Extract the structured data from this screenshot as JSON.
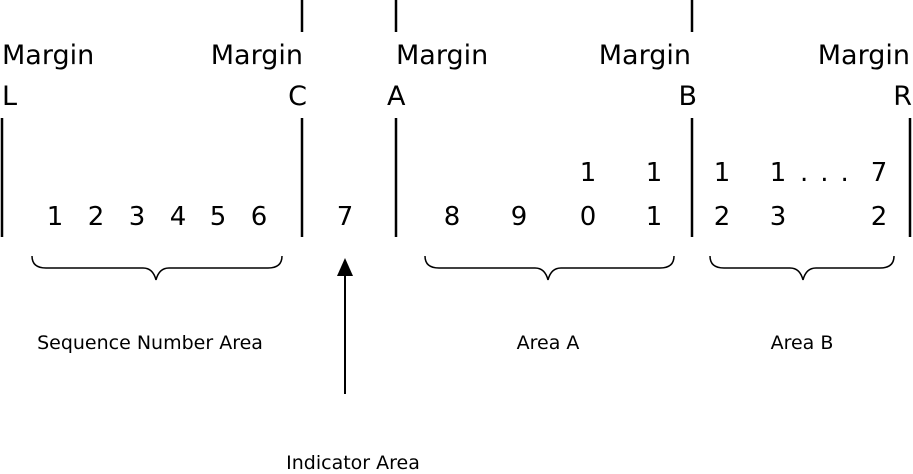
{
  "margins": [
    {
      "word": "Margin",
      "letter": "L"
    },
    {
      "word": "Margin",
      "letter": "C"
    },
    {
      "word": "Margin",
      "letter": "A"
    },
    {
      "word": "Margin",
      "letter": "B"
    },
    {
      "word": "Margin",
      "letter": "R"
    }
  ],
  "columns": {
    "sequence": [
      "1",
      "2",
      "3",
      "4",
      "5",
      "6"
    ],
    "indicator": [
      "7"
    ],
    "area_a": {
      "tens": [
        "1",
        "1"
      ],
      "ones": [
        "8",
        "9",
        "0",
        "1"
      ]
    },
    "area_b": {
      "tens": [
        "1",
        "1",
        "...",
        "7"
      ],
      "ones": [
        "2",
        "3",
        "2"
      ]
    }
  },
  "areas": {
    "sequence": "Sequence Number Area",
    "indicator": "Indicator Area",
    "area_a": "Area A",
    "area_b": "Area B"
  }
}
